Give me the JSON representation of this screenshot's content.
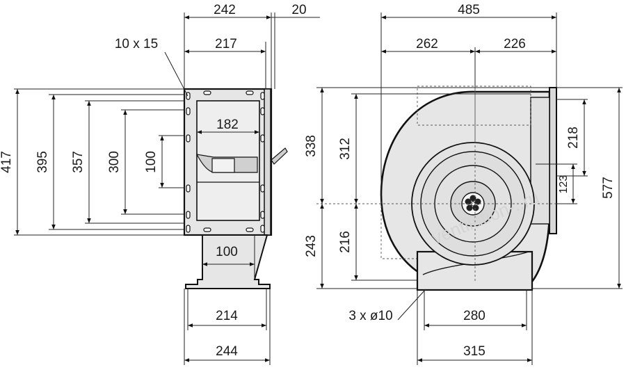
{
  "side_view": {
    "dims": {
      "top_width": "242",
      "flange": "20",
      "inner_width": "217",
      "hole_spec": "10 x 15",
      "inlet_width": "182",
      "slot_height": "100",
      "h_417": "417",
      "h_395": "395",
      "h_357": "357",
      "h_300": "300",
      "foot_inner": "100",
      "base_214": "214",
      "base_244": "244"
    }
  },
  "front_view": {
    "dims": {
      "total_width": "485",
      "left_width": "262",
      "right_width": "226",
      "upper_338": "338",
      "upper_312": "312",
      "lower_243": "243",
      "lower_216": "216",
      "outlet_218": "218",
      "outlet_123": "123",
      "total_height": "577",
      "holes_spec": "3 x ø10",
      "foot_280": "280",
      "foot_315": "315"
    }
  },
  "watermark": "ventilation-..ru",
  "colors": {
    "line": "#111111",
    "housing_fill": "#e6e6e6",
    "housing_dark": "#cfcfcf",
    "background": "#ffffff"
  }
}
